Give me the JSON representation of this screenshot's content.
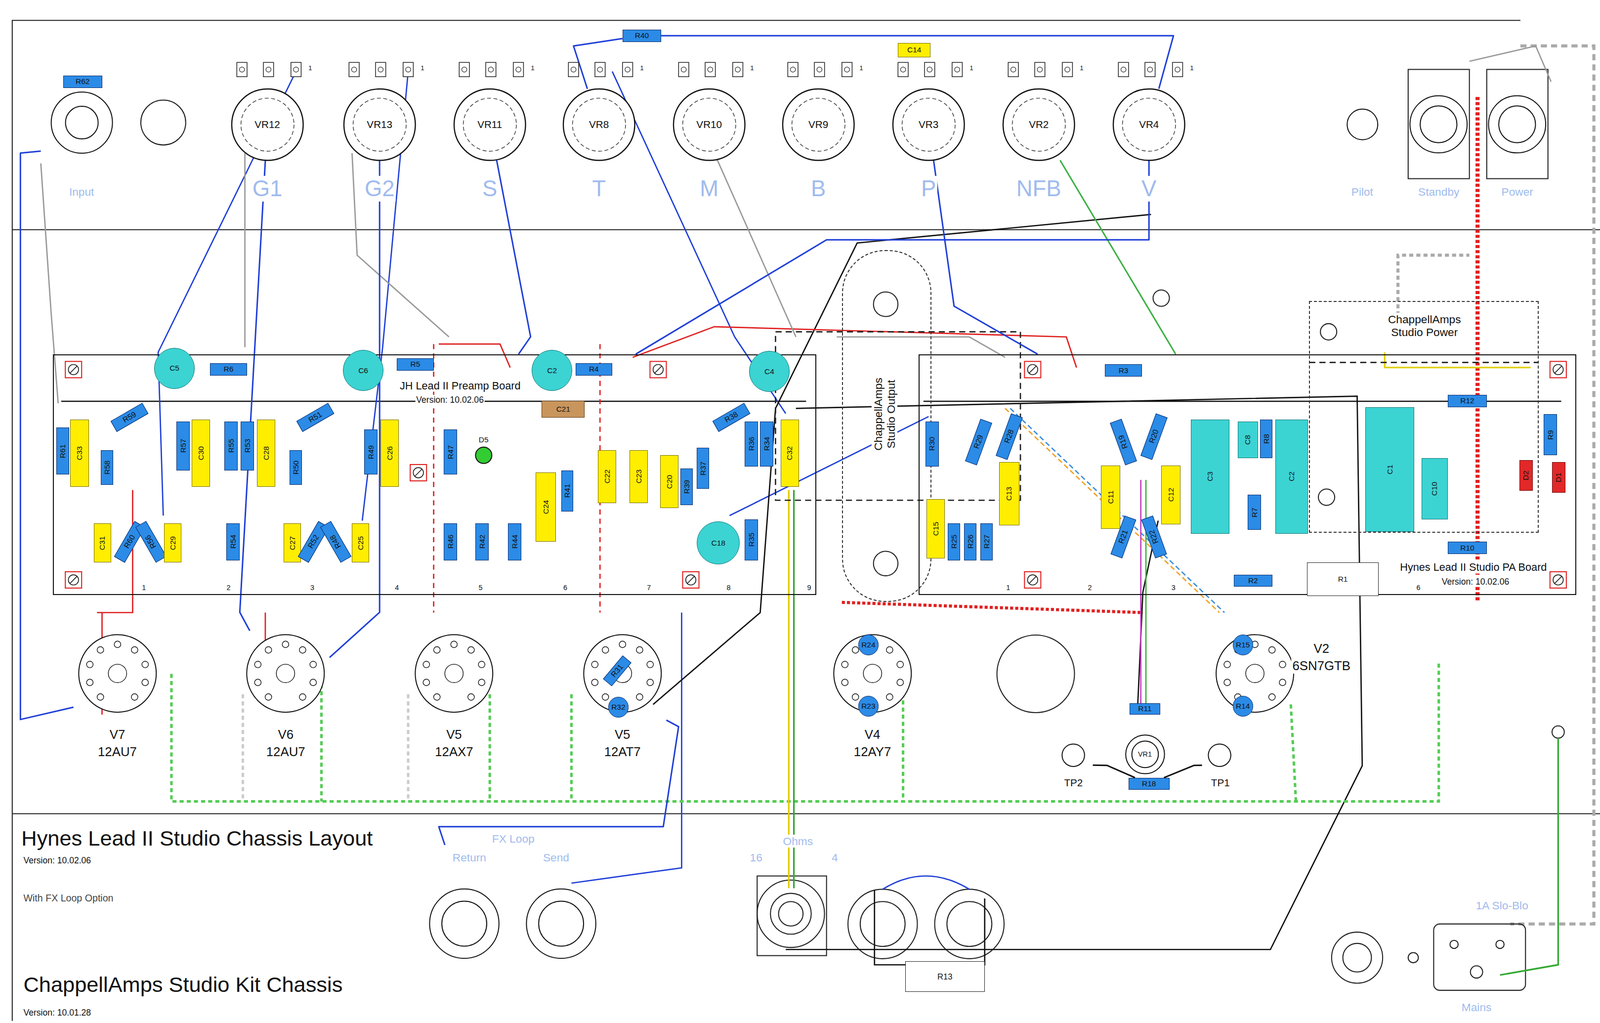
{
  "diagram": {
    "title": "Hynes Lead II Studio Chassis Layout",
    "nodes": [
      {
        "text": [
          "Input"
        ]
      },
      {
        "text": [
          "R62"
        ]
      },
      {
        "text": [
          "VR12"
        ]
      },
      {
        "text": [
          "VR13"
        ]
      },
      {
        "text": [
          "VR11"
        ]
      },
      {
        "text": [
          "R40"
        ]
      },
      {
        "text": [
          "VR8"
        ]
      },
      {
        "text": [
          "VR10"
        ]
      },
      {
        "text": [
          "VR9"
        ]
      },
      {
        "text": [
          "C14"
        ]
      },
      {
        "text": [
          "VR3"
        ]
      },
      {
        "text": [
          "VR2"
        ]
      },
      {
        "text": [
          "VR4"
        ]
      },
      {
        "text": [
          "Pilot"
        ]
      },
      {
        "text": [
          "Standby"
        ]
      },
      {
        "text": [
          "Power"
        ]
      },
      {
        "text": [
          "ChappellAmps Studio Output"
        ]
      },
      {
        "text": [
          "JH Lead II Preamp Board",
          "Version: 10.02.06"
        ]
      },
      {
        "text": [
          "C5"
        ],
        "in": 17
      },
      {
        "text": [
          "R6"
        ],
        "in": 17
      },
      {
        "text": [
          "C6"
        ],
        "in": 17
      },
      {
        "text": [
          "R5"
        ],
        "in": 17
      },
      {
        "text": [
          "C2"
        ],
        "in": 17
      },
      {
        "text": [
          "R4"
        ],
        "in": 17
      },
      {
        "text": [
          "C4"
        ],
        "in": 17
      },
      {
        "text": [
          "R59"
        ],
        "in": 17
      },
      {
        "text": [
          "R51"
        ],
        "in": 17
      },
      {
        "text": [
          "C21"
        ],
        "in": 17
      },
      {
        "text": [
          "R38"
        ],
        "in": 17
      },
      {
        "text": [
          "R61"
        ],
        "in": 17
      },
      {
        "text": [
          "C33"
        ],
        "in": 17
      },
      {
        "text": [
          "R58"
        ],
        "in": 17
      },
      {
        "text": [
          "R57"
        ],
        "in": 17
      },
      {
        "text": [
          "C30"
        ],
        "in": 17
      },
      {
        "text": [
          "R55"
        ],
        "in": 17
      },
      {
        "text": [
          "R53"
        ],
        "in": 17
      },
      {
        "text": [
          "C28"
        ],
        "in": 17
      },
      {
        "text": [
          "R50"
        ],
        "in": 17
      },
      {
        "text": [
          "R49"
        ],
        "in": 17
      },
      {
        "text": [
          "C26"
        ],
        "in": 17
      },
      {
        "text": [
          "R47"
        ],
        "in": 17
      },
      {
        "text": [
          "D5"
        ],
        "in": 17
      },
      {
        "text": [
          "C24"
        ],
        "in": 17
      },
      {
        "text": [
          "R41"
        ],
        "in": 17
      },
      {
        "text": [
          "C22"
        ],
        "in": 17
      },
      {
        "text": [
          "C23"
        ],
        "in": 17
      },
      {
        "text": [
          "C20"
        ],
        "in": 17
      },
      {
        "text": [
          "R39"
        ],
        "in": 17
      },
      {
        "text": [
          "R37"
        ],
        "in": 17
      },
      {
        "text": [
          "R36"
        ],
        "in": 17
      },
      {
        "text": [
          "R34"
        ],
        "in": 17
      },
      {
        "text": [
          "C32"
        ],
        "in": 17
      },
      {
        "text": [
          "C31"
        ],
        "in": 17
      },
      {
        "text": [
          "R60"
        ],
        "in": 17
      },
      {
        "text": [
          "R56"
        ],
        "in": 17
      },
      {
        "text": [
          "C29"
        ],
        "in": 17
      },
      {
        "text": [
          "R54"
        ],
        "in": 17
      },
      {
        "text": [
          "C27"
        ],
        "in": 17
      },
      {
        "text": [
          "R52"
        ],
        "in": 17
      },
      {
        "text": [
          "R48"
        ],
        "in": 17
      },
      {
        "text": [
          "C25"
        ],
        "in": 17
      },
      {
        "text": [
          "R46"
        ],
        "in": 17
      },
      {
        "text": [
          "R42"
        ],
        "in": 17
      },
      {
        "text": [
          "R44"
        ],
        "in": 17
      },
      {
        "text": [
          "C18"
        ],
        "in": 17
      },
      {
        "text": [
          "R35"
        ],
        "in": 17
      },
      {
        "text": [
          "Hynes Lead II Studio PA Board",
          "Version: 10.02.06"
        ]
      },
      {
        "text": [
          "R3"
        ],
        "in": 66
      },
      {
        "text": [
          "R30"
        ],
        "in": 66
      },
      {
        "text": [
          "R29"
        ],
        "in": 66
      },
      {
        "text": [
          "R28"
        ],
        "in": 66
      },
      {
        "text": [
          "C13"
        ],
        "in": 66
      },
      {
        "text": [
          "R19"
        ],
        "in": 66
      },
      {
        "text": [
          "R20"
        ],
        "in": 66
      },
      {
        "text": [
          "C11"
        ],
        "in": 66
      },
      {
        "text": [
          "C12"
        ],
        "in": 66
      },
      {
        "text": [
          "C3"
        ],
        "in": 66
      },
      {
        "text": [
          "C8"
        ],
        "in": 66
      },
      {
        "text": [
          "R8"
        ],
        "in": 66
      },
      {
        "text": [
          "C2"
        ],
        "in": 66
      },
      {
        "text": [
          "C15"
        ],
        "in": 66
      },
      {
        "text": [
          "R25"
        ],
        "in": 66
      },
      {
        "text": [
          "R26"
        ],
        "in": 66
      },
      {
        "text": [
          "R27"
        ],
        "in": 66
      },
      {
        "text": [
          "R21"
        ],
        "in": 66
      },
      {
        "text": [
          "R22"
        ],
        "in": 66
      },
      {
        "text": [
          "R7"
        ],
        "in": 66
      },
      {
        "text": [
          "R2"
        ],
        "in": 66
      },
      {
        "text": [
          "R1"
        ],
        "in": 66
      },
      {
        "text": [
          "R10"
        ],
        "in": 66
      },
      {
        "text": [
          "R9"
        ],
        "in": 66
      },
      {
        "text": [
          "D2"
        ],
        "in": 66
      },
      {
        "text": [
          "D1"
        ],
        "in": 66
      },
      {
        "text": [
          "ChappellAmps Studio Power"
        ]
      },
      {
        "text": [
          "R12"
        ],
        "in": 93
      },
      {
        "text": [
          "C1"
        ],
        "in": 93
      },
      {
        "text": [
          "C10"
        ],
        "in": 93
      },
      {
        "text": [
          "V7",
          "12AU7"
        ]
      },
      {
        "text": [
          "V6",
          "12AU7"
        ]
      },
      {
        "text": [
          "V5",
          "12AX7"
        ]
      },
      {
        "text": [
          "V5",
          "12AT7"
        ]
      },
      {
        "text": [
          "R31"
        ],
        "in": 100
      },
      {
        "text": [
          "R32"
        ],
        "in": 100
      },
      {
        "text": [
          "V4",
          "12AY7"
        ]
      },
      {
        "text": [
          "R24"
        ],
        "in": 103
      },
      {
        "text": [
          "R23"
        ],
        "in": 103
      },
      {
        "text": [
          "R11"
        ]
      },
      {
        "text": [
          "V2",
          "6SN7GTB"
        ]
      },
      {
        "text": [
          "R15"
        ],
        "in": 107
      },
      {
        "text": [
          "R14"
        ],
        "in": 107
      },
      {
        "text": [
          "TP2"
        ]
      },
      {
        "text": [
          "VR1"
        ]
      },
      {
        "text": [
          "TP1"
        ]
      },
      {
        "text": [
          "R18"
        ]
      },
      {
        "text": [
          "Return"
        ]
      },
      {
        "text": [
          "Send"
        ]
      },
      {
        "text": [
          "R13"
        ]
      },
      {
        "text": [
          "Mains"
        ]
      }
    ],
    "edges": [
      {
        "from": 0,
        "to": 97,
        "arrow": "none"
      },
      {
        "from": 6,
        "to": 5,
        "arrow": "none"
      },
      {
        "from": 5,
        "to": 12,
        "arrow": "none"
      },
      {
        "from": 2,
        "to": 98,
        "arrow": "none"
      },
      {
        "from": 3,
        "to": 98,
        "arrow": "none"
      },
      {
        "from": 11,
        "to": 66,
        "arrow": "none"
      },
      {
        "from": 12,
        "to": 17,
        "arrow": "none"
      },
      {
        "from": 100,
        "to": 114,
        "arrow": "none"
      },
      {
        "from": 110,
        "to": 113,
        "arrow": "none"
      },
      {
        "from": 113,
        "to": 112,
        "arrow": "none"
      },
      {
        "from": 10,
        "to": 66,
        "arrow": "none"
      },
      {
        "from": 4,
        "to": 17,
        "arrow": "none"
      }
    ],
    "labels": [
      "G1",
      "G2",
      "S",
      "T",
      "M",
      "B",
      "P",
      "NFB",
      "V",
      "1",
      "1",
      "1",
      "1",
      "1",
      "1",
      "1",
      "1",
      "1",
      "1",
      "2",
      "3",
      "4",
      "5",
      "6",
      "7",
      "8",
      "9",
      "1",
      "2",
      "3",
      "6",
      "Version: 10.02.06",
      "With FX Loop Option",
      "ChappellAmps Studio Kit Chassis",
      "Version: 10.01.28",
      "FX Loop",
      "Ohms",
      "16",
      "4",
      "1A Slo-Blo"
    ]
  }
}
